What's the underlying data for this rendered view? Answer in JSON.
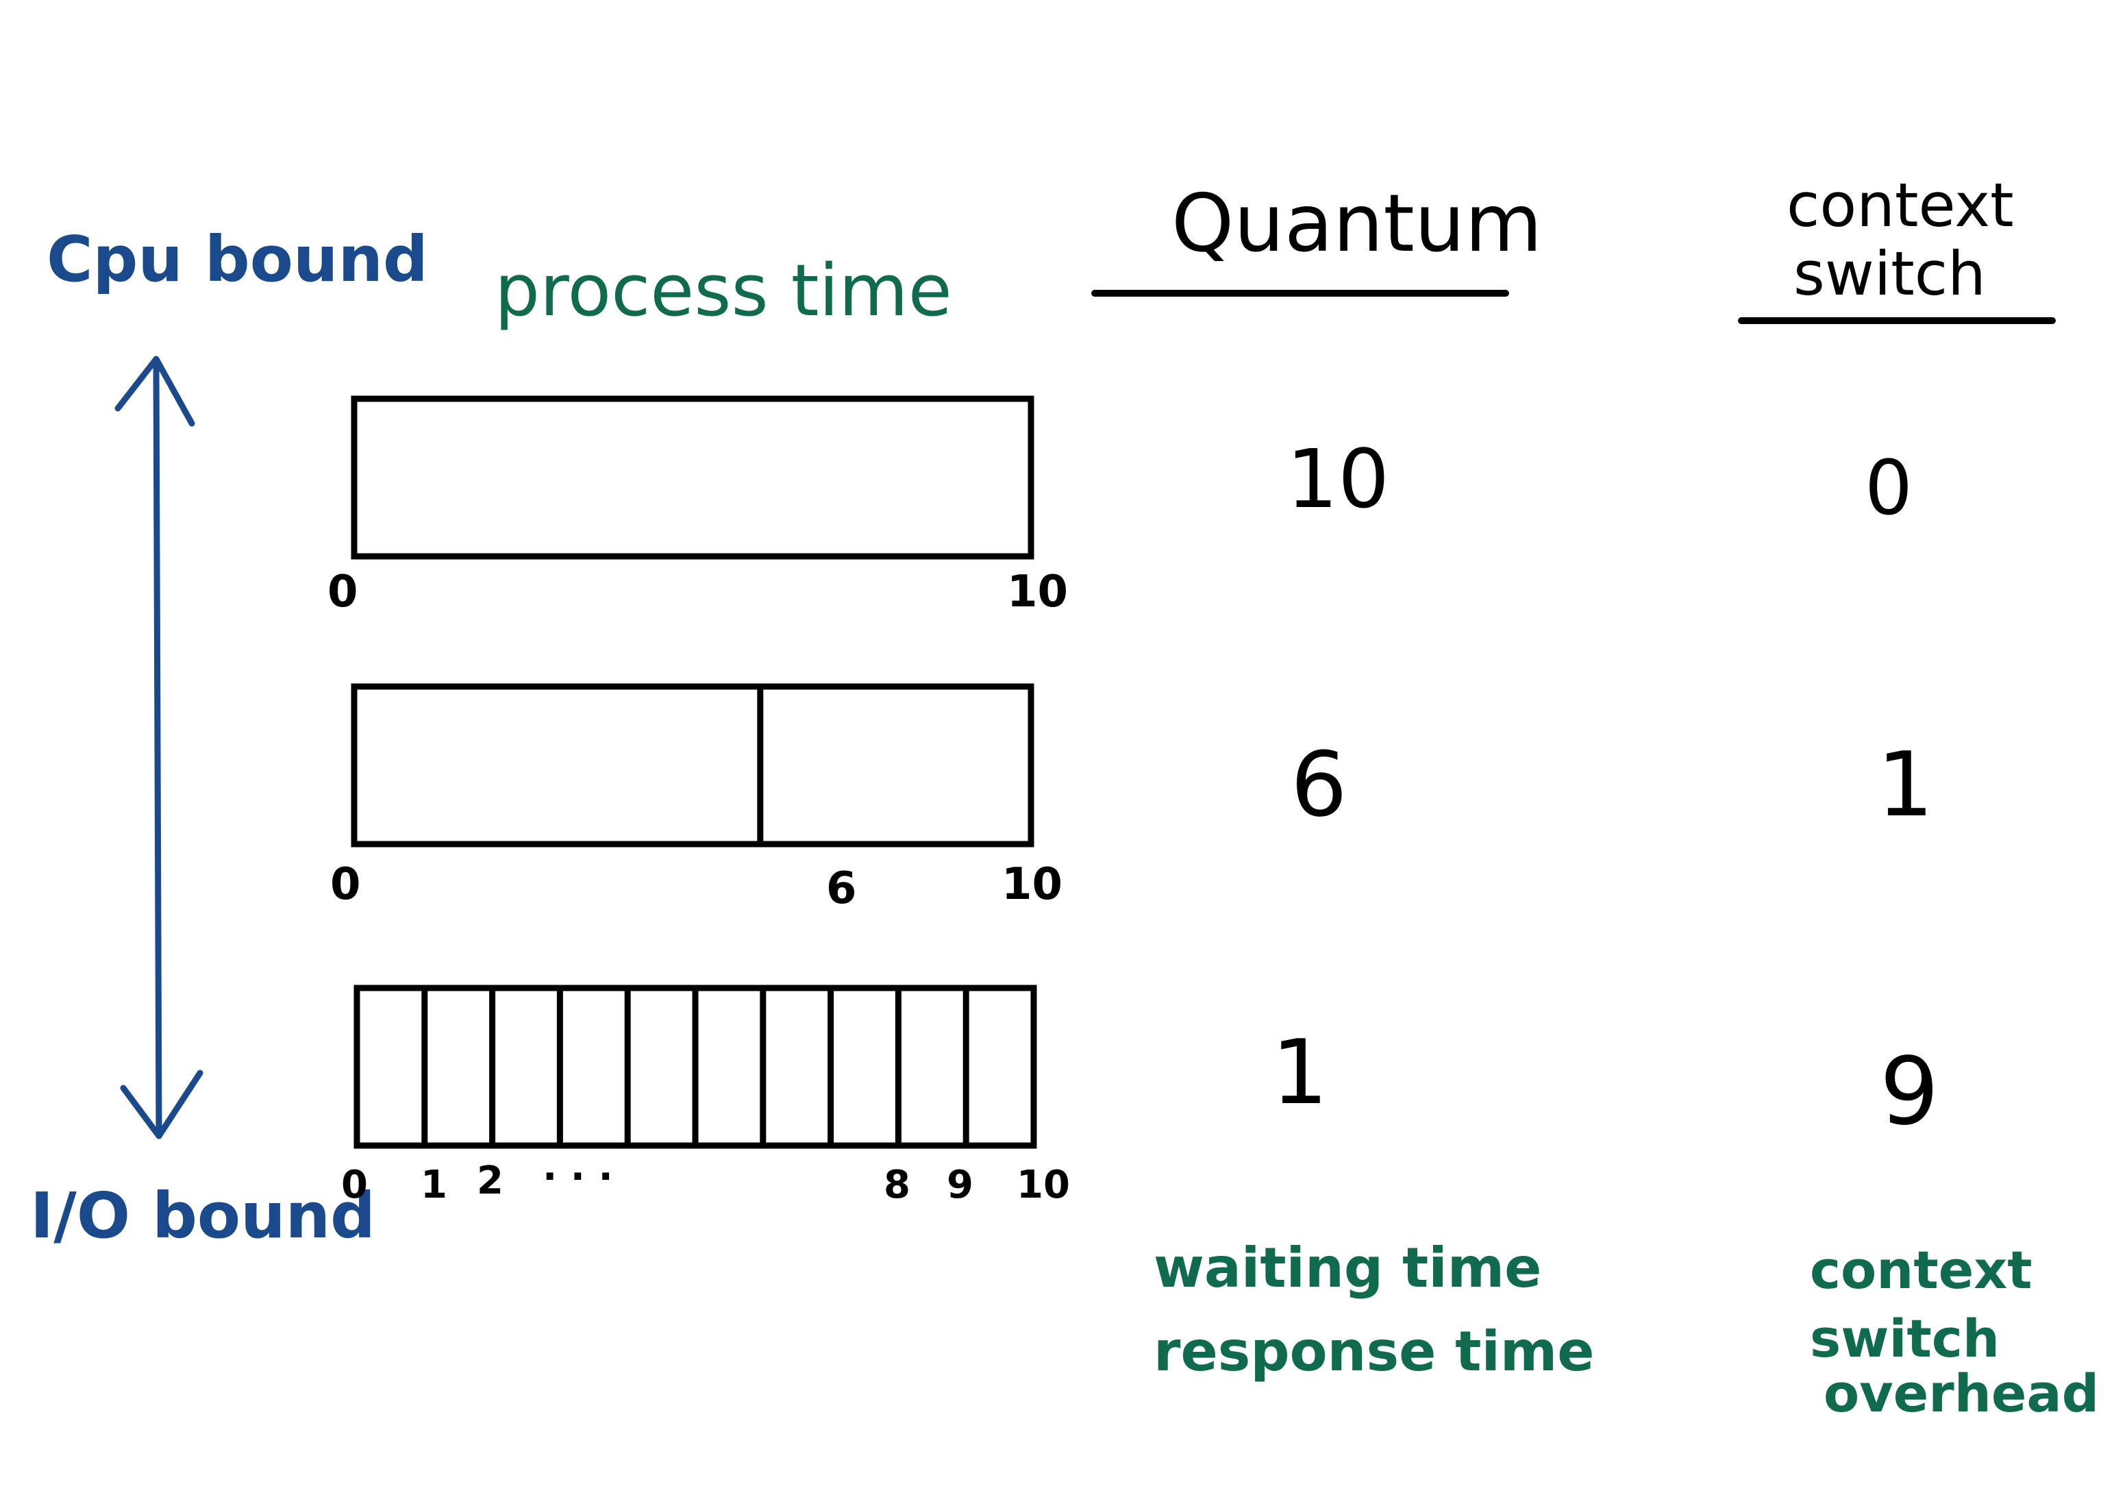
{
  "colors": {
    "ink": "#000000",
    "blue": "#1a4a8c",
    "green": "#0f6a4e"
  },
  "axis": {
    "top_label": "Cpu bound",
    "bottom_label": "I/O bound"
  },
  "process_time": {
    "title": "process time",
    "bars": [
      {
        "total": 10,
        "dividers": [],
        "tick_labels": [
          "0",
          "10"
        ]
      },
      {
        "total": 10,
        "dividers": [
          6
        ],
        "tick_labels": [
          "0",
          "6",
          "10"
        ]
      },
      {
        "total": 10,
        "dividers": [
          1,
          2,
          3,
          4,
          5,
          6,
          7,
          8,
          9
        ],
        "tick_labels": [
          "0",
          "1",
          "2",
          "· · ·",
          "8",
          "9",
          "10"
        ]
      }
    ]
  },
  "quantum": {
    "header": "Quantum",
    "values": [
      "10",
      "6",
      "1"
    ],
    "note_line1": "waiting time",
    "note_line2": "response time"
  },
  "context_switch": {
    "header_line1": "context",
    "header_line2": "switch",
    "values": [
      "0",
      "1",
      "9"
    ],
    "note_line1": "context",
    "note_line2": "switch",
    "note_line3": "overhead"
  }
}
